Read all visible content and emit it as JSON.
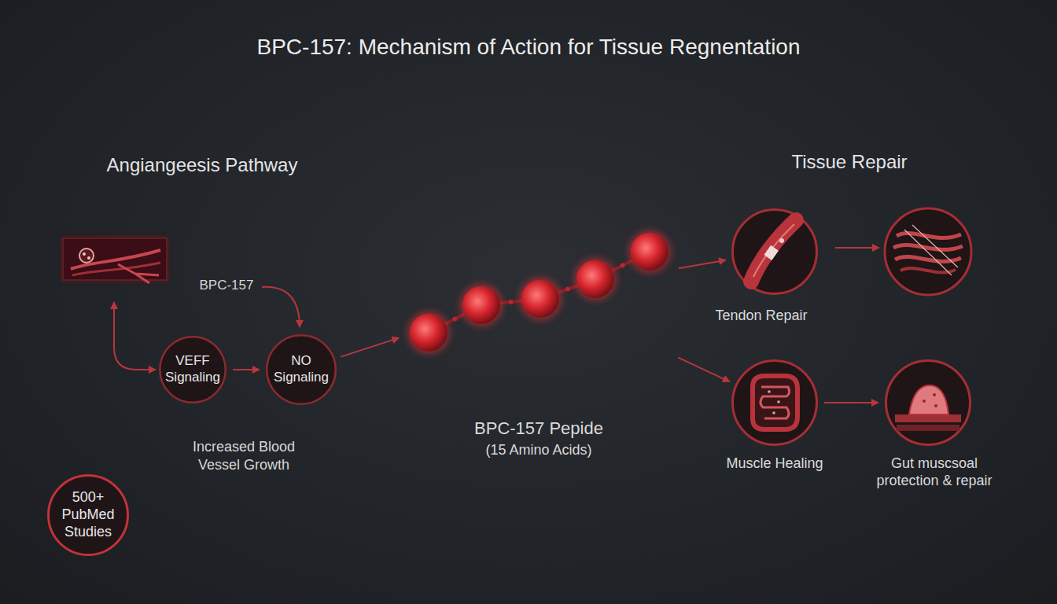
{
  "diagram": {
    "title": "BPC-157: Mechanism of Action for Tissue Regnentation",
    "nodes": [
      {
        "text": [
          "VEFF Signaling"
        ]
      },
      {
        "text": [
          "NO Signaling"
        ]
      },
      {
        "text": [
          "BPC-157 Pepide",
          "(15 Amino Acids)"
        ]
      },
      {
        "text": [
          "Tendon Repair"
        ]
      },
      {
        "text": [
          "Muscle Healing"
        ]
      },
      {
        "text": [
          "Gut muscsoal protection & repair"
        ]
      },
      {
        "text": [
          "500+ PubMed Studies"
        ]
      }
    ],
    "edges": [
      {
        "from": 0,
        "to": 1,
        "arrow": "to"
      },
      {
        "from": 1,
        "to": 2,
        "arrow": "to"
      },
      {
        "from": 2,
        "to": 3,
        "arrow": "to"
      },
      {
        "from": 2,
        "to": 4,
        "arrow": "to"
      },
      {
        "from": 4,
        "to": 5,
        "arrow": "to"
      }
    ],
    "labels": [
      "Angiangeesis Pathway",
      "Tissue Repair",
      "BPC-157",
      "Increased Blood Vessel Growth"
    ]
  }
}
